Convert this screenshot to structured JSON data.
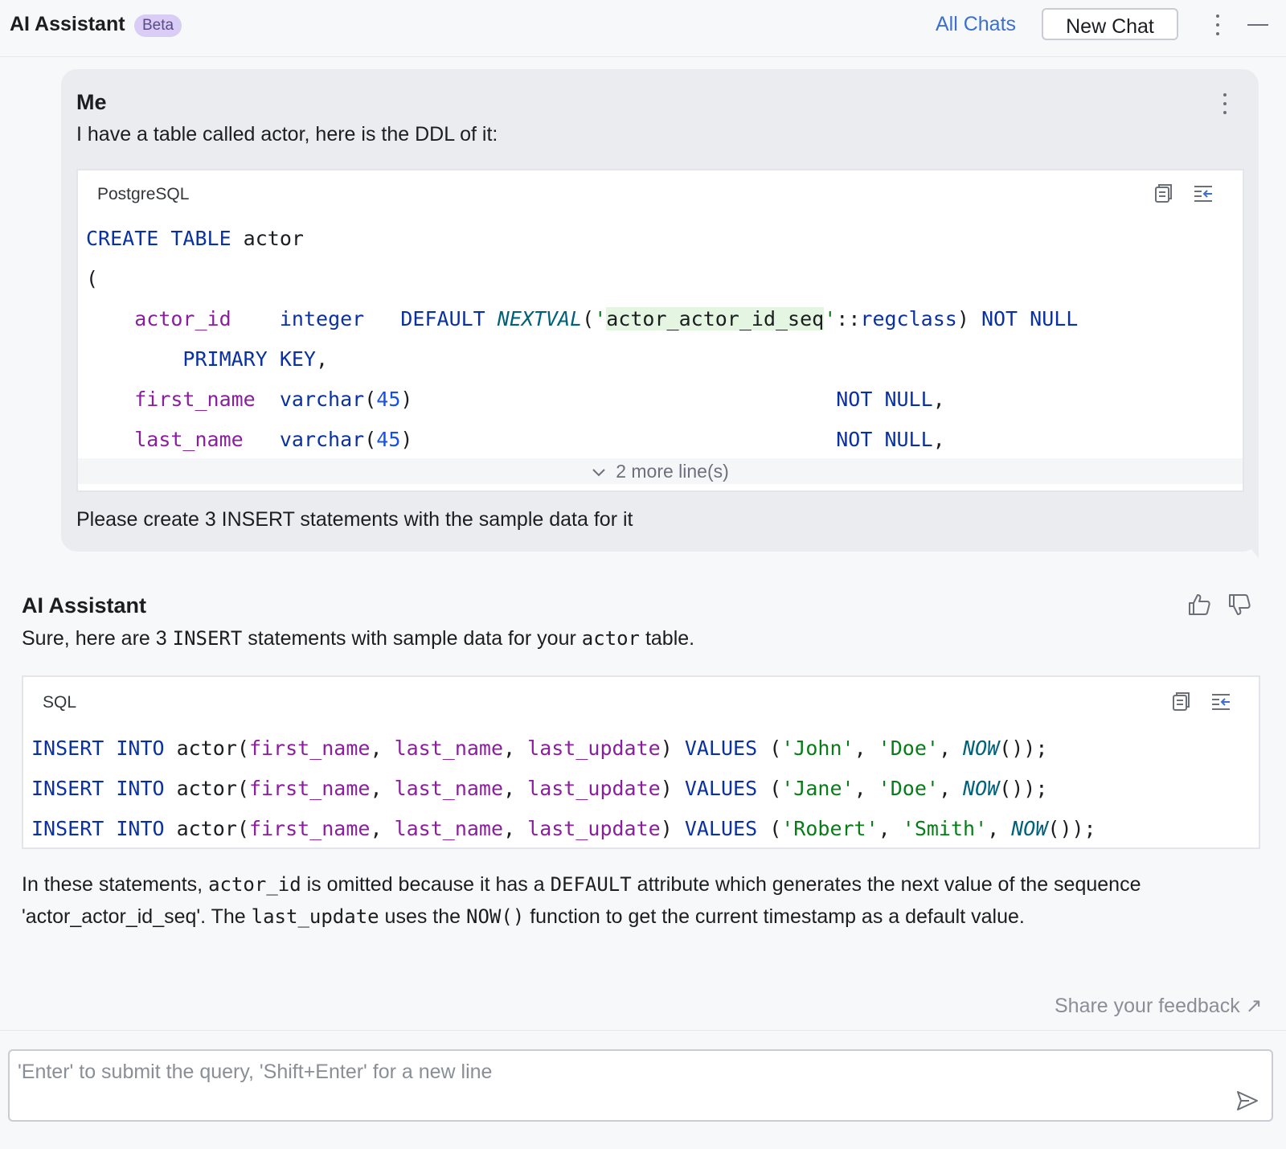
{
  "header": {
    "title": "AI Assistant",
    "badge": "Beta",
    "all_chats": "All Chats",
    "new_chat": "New Chat"
  },
  "user_message": {
    "author": "Me",
    "intro": "I have a table called actor, here is the DDL of it:",
    "code_lang": "PostgreSQL",
    "code": {
      "l1": {
        "a": "CREATE TABLE",
        "b": " actor"
      },
      "l2": "(",
      "l3": {
        "col": "actor_id",
        "type": "integer",
        "def": "DEFAULT",
        "fn": "NEXTVAL",
        "p1": "(",
        "q1": "'",
        "seq": "actor_actor_id_seq",
        "q2": "'",
        "cast": "::",
        "regclass": "regclass",
        "p2": ")",
        "nn": "NOT NULL"
      },
      "l4": {
        "pk": "PRIMARY KEY",
        "comma": ","
      },
      "l5": {
        "col": "first_name",
        "type": "varchar",
        "p1": "(",
        "num": "45",
        "p2": ")",
        "nn": "NOT NULL",
        "comma": ","
      },
      "l6": {
        "col": "last_name",
        "type": "varchar",
        "p1": "(",
        "num": "45",
        "p2": ")",
        "nn": "NOT NULL",
        "comma": ","
      }
    },
    "more_lines": "2 more line(s)",
    "request": "Please create 3 INSERT statements with the sample data for it"
  },
  "assistant": {
    "author": "AI Assistant",
    "intro": {
      "a": "Sure, here are 3 ",
      "b": "INSERT",
      "c": " statements with sample data for your ",
      "d": "actor",
      "e": " table."
    },
    "code_lang": "SQL",
    "rows": [
      {
        "kw1": "INSERT INTO",
        "tbl": " actor(",
        "c1": "first_name",
        "s1": ", ",
        "c2": "last_name",
        "s2": ", ",
        "c3": "last_update",
        "s3": ") ",
        "kw2": "VALUES",
        "s4": " (",
        "v1": "'John'",
        "s5": ", ",
        "v2": "'Doe'",
        "s6": ", ",
        "fn": "NOW",
        "end": "());"
      },
      {
        "kw1": "INSERT INTO",
        "tbl": " actor(",
        "c1": "first_name",
        "s1": ", ",
        "c2": "last_name",
        "s2": ", ",
        "c3": "last_update",
        "s3": ") ",
        "kw2": "VALUES",
        "s4": " (",
        "v1": "'Jane'",
        "s5": ", ",
        "v2": "'Doe'",
        "s6": ", ",
        "fn": "NOW",
        "end": "());"
      },
      {
        "kw1": "INSERT INTO",
        "tbl": " actor(",
        "c1": "first_name",
        "s1": ", ",
        "c2": "last_name",
        "s2": ", ",
        "c3": "last_update",
        "s3": ") ",
        "kw2": "VALUES",
        "s4": " (",
        "v1": "'Robert'",
        "s5": ", ",
        "v2": "'Smith'",
        "s6": ", ",
        "fn": "NOW",
        "end": "());"
      }
    ],
    "explanation": {
      "a": "In these statements, ",
      "b": "actor_id",
      "c": " is omitted because it has a ",
      "d": "DEFAULT",
      "e": " attribute which generates the next value of the sequence 'actor_actor_id_seq'. The ",
      "f": "last_update",
      "g": " uses the ",
      "h": "NOW()",
      "i": " function to get the current timestamp as a default value."
    }
  },
  "feedback": "Share your feedback ↗",
  "input": {
    "placeholder": "'Enter' to submit the query, 'Shift+Enter' for a new line"
  },
  "colors": {
    "keyword": "#0a31a4",
    "column": "#8b1e9e",
    "string": "#067d17",
    "number": "#1750eb",
    "function": "#00627a",
    "link": "#3b6fd2",
    "badge_bg": "#d9ccf5"
  },
  "icons": [
    "kebab-menu-icon",
    "minimize-icon",
    "copy-icon",
    "insert-at-caret-icon",
    "chevron-down-icon",
    "thumbs-up-icon",
    "thumbs-down-icon",
    "send-icon",
    "external-arrow-icon"
  ]
}
